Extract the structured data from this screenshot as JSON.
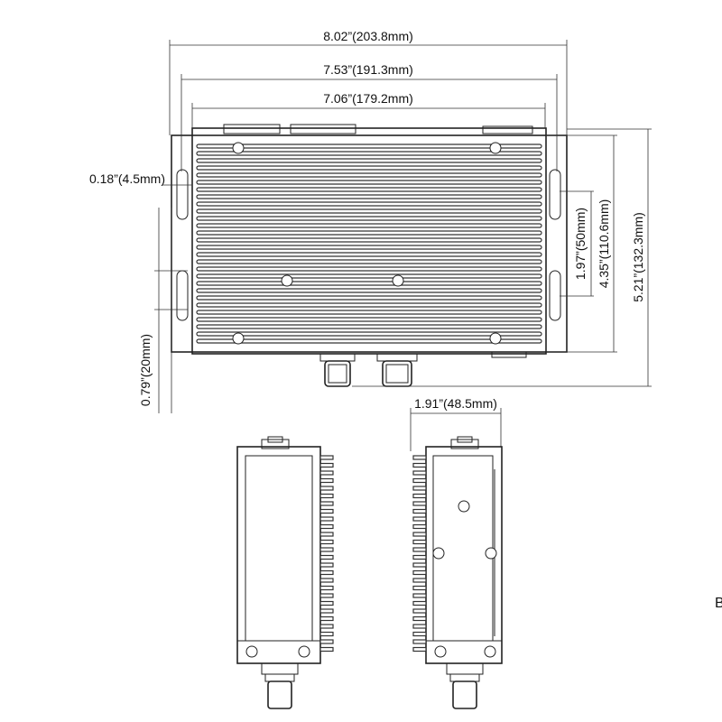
{
  "dimensions": {
    "overall_width": "8.02”(203.8mm)",
    "mount_width": "7.53”(191.3mm)",
    "body_width": "7.06”(179.2mm)",
    "slot_width": "0.18”(4.5mm)",
    "slot_spacing": "1.97”(50mm)",
    "body_height": "4.35”(110.6mm)",
    "overall_height": "5.21”(132.3mm)",
    "bracket_depth": "0.79”(20mm)",
    "side_depth": "1.91”(48.5mm)"
  },
  "corner_label": "B",
  "colors": {
    "line": "#222222",
    "background": "#ffffff"
  }
}
